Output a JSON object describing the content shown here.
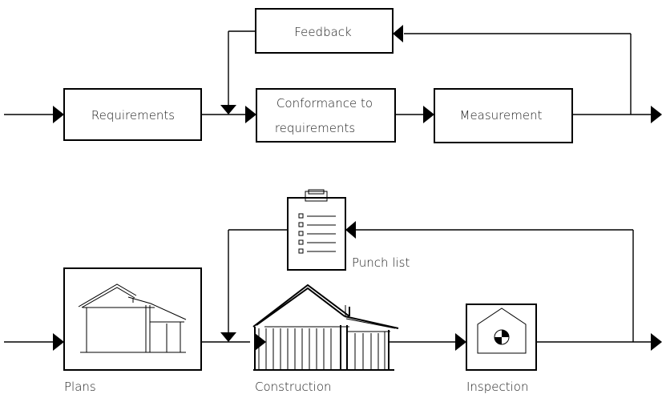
{
  "top_flow": {
    "requirements": "Requirements",
    "conformance_line1": "Conformance to",
    "conformance_line2": "requirements",
    "measurement": "Measurement",
    "feedback": "Feedback"
  },
  "bottom_flow": {
    "plans": "Plans",
    "construction": "Construction",
    "inspection": "Inspection",
    "punch_list": "Punch list"
  },
  "icons": {
    "plans": "house-elevation-drawing-icon",
    "construction": "house-under-construction-icon",
    "inspection": "house-inspection-target-icon",
    "punch_list": "clipboard-checklist-icon"
  }
}
